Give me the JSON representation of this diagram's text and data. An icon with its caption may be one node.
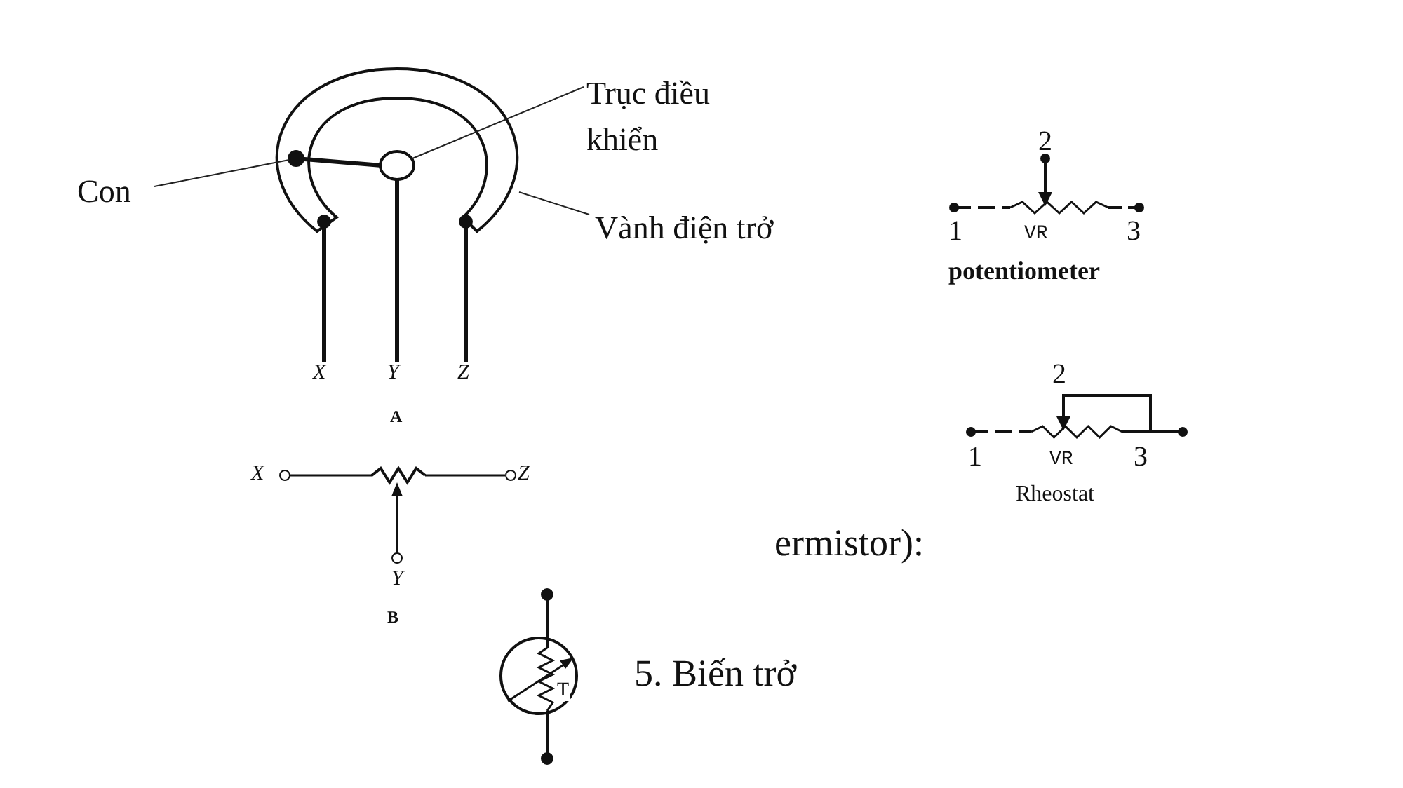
{
  "diagram": {
    "nodes": [
      {
        "text": [
          "Con"
        ]
      },
      {
        "text": [],
        "shape": "circle"
      },
      {
        "text": [
          "Trục điều khiển"
        ]
      },
      {
        "text": [],
        "shape": "circle"
      },
      {
        "text": [
          "Vành điện trở"
        ]
      },
      {
        "text": [],
        "shape": "picture"
      }
    ],
    "edges": [
      {
        "from": 0,
        "to": 1,
        "arrow": "none"
      },
      {
        "from": 2,
        "to": 3,
        "arrow": "none"
      },
      {
        "from": 4,
        "to": 5,
        "arrow": "none"
      }
    ],
    "labels": [
      "2",
      "1",
      "VR",
      "3",
      "potentiometer",
      "X",
      "Y",
      "Z",
      "A",
      "2",
      "1",
      "VR",
      "3",
      "Rheostat",
      "X",
      "Z",
      "ermistor):",
      "Y",
      "B",
      "5. Biến trở",
      "T"
    ]
  }
}
